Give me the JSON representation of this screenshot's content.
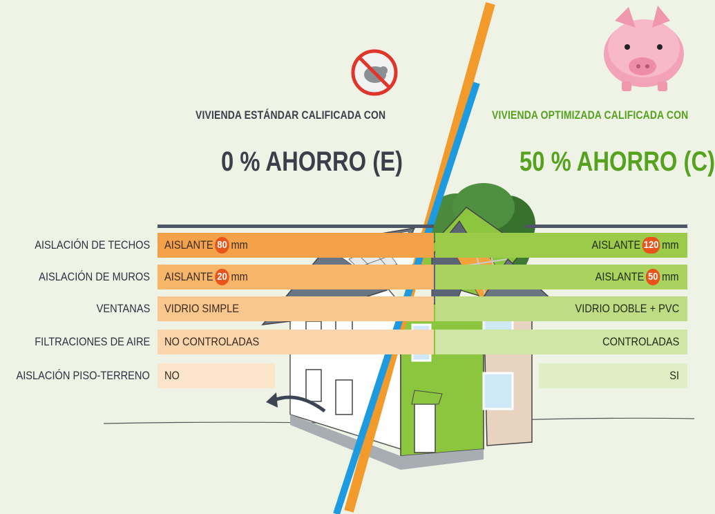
{
  "left": {
    "subtitle": "VIVIENDA ESTÁNDAR CALIFICADA CON",
    "title": "0 % AHORRO (E)"
  },
  "right": {
    "subtitle": "VIVIENDA OPTIMIZADA CALIFICADA CON",
    "title": "50 % AHORRO (C)"
  },
  "rows": [
    {
      "label": "AISLACIÓN DE TECHOS",
      "left_pre": "AISLANTE",
      "left_num": "80",
      "left_unit": "mm",
      "right_pre": "AISLANTE",
      "right_num": "120",
      "right_unit": "mm"
    },
    {
      "label": "AISLACIÓN DE MUROS",
      "left_pre": "AISLANTE",
      "left_num": "20",
      "left_unit": "mm",
      "right_pre": "AISLANTE",
      "right_num": "50",
      "right_unit": "mm"
    },
    {
      "label": "VENTANAS",
      "left_text": "VIDRIO SIMPLE",
      "right_text": "VIDRIO DOBLE + PVC"
    },
    {
      "label": "FILTRACIONES DE AIRE",
      "left_text": "NO CONTROLADAS",
      "right_text": "CONTROLADAS"
    },
    {
      "label": "AISLACIÓN PISO-TERRENO",
      "left_text": "NO",
      "right_text": "SI"
    }
  ],
  "colors": {
    "left_rows": [
      "#f4a24a",
      "#f7b56a",
      "#f9c68d",
      "#fbd6ad",
      "#fde5cc"
    ],
    "right_rows": [
      "#9ccb4a",
      "#a9d35e",
      "#bddc83",
      "#cfe6a7",
      "#dfeec5"
    ],
    "divider_orange": "#f39a2c",
    "divider_blue": "#1e9be0",
    "accent_green": "#55a21e",
    "badge": "#e8541a"
  },
  "icons": {
    "no_savings": "crossed-piggy-bank-icon",
    "savings": "piggy-bank-icon",
    "house": "house-illustration",
    "tree": "tree-illustration"
  }
}
